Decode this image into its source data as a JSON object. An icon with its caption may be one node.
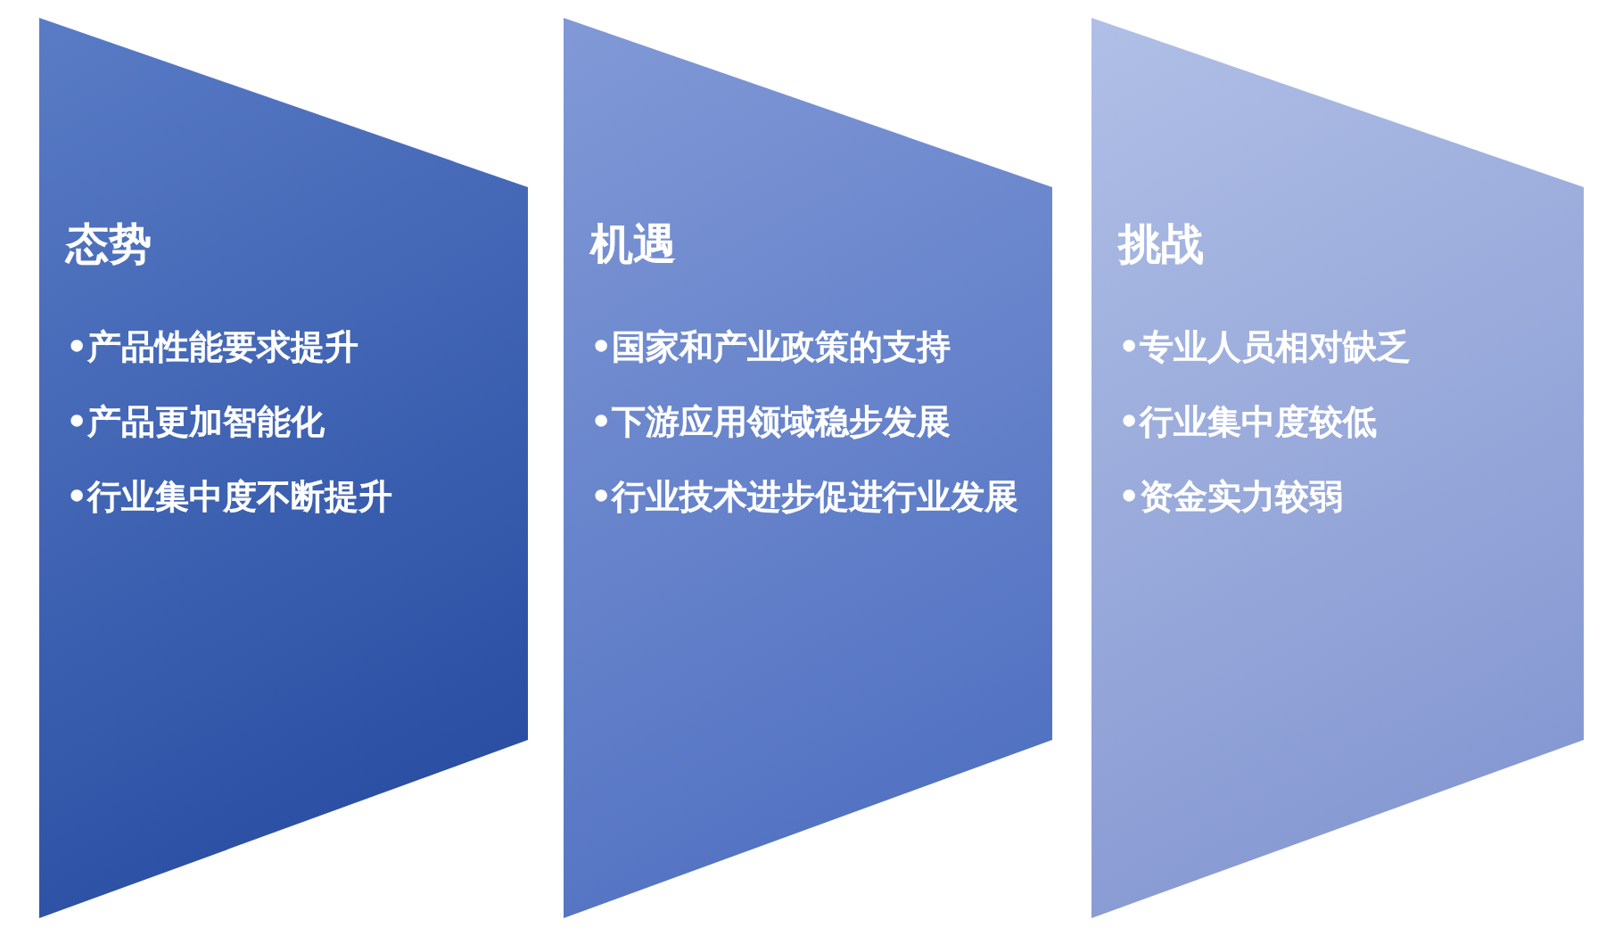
{
  "diagram": {
    "nodes": [
      {
        "text": [
          "态势",
          "•产品性能要求提升",
          "•产品更加智能化",
          "•行业集中度不断提升"
        ]
      },
      {
        "text": [
          "机遇",
          "•国家和产业政策的支持",
          "•下游应用领域稳步发展",
          "•行业技术进步促进行业发展"
        ]
      },
      {
        "text": [
          "挑战",
          "•专业人员相对缺乏",
          "•行业集中度较低",
          "•资金实力较弱"
        ]
      }
    ]
  }
}
